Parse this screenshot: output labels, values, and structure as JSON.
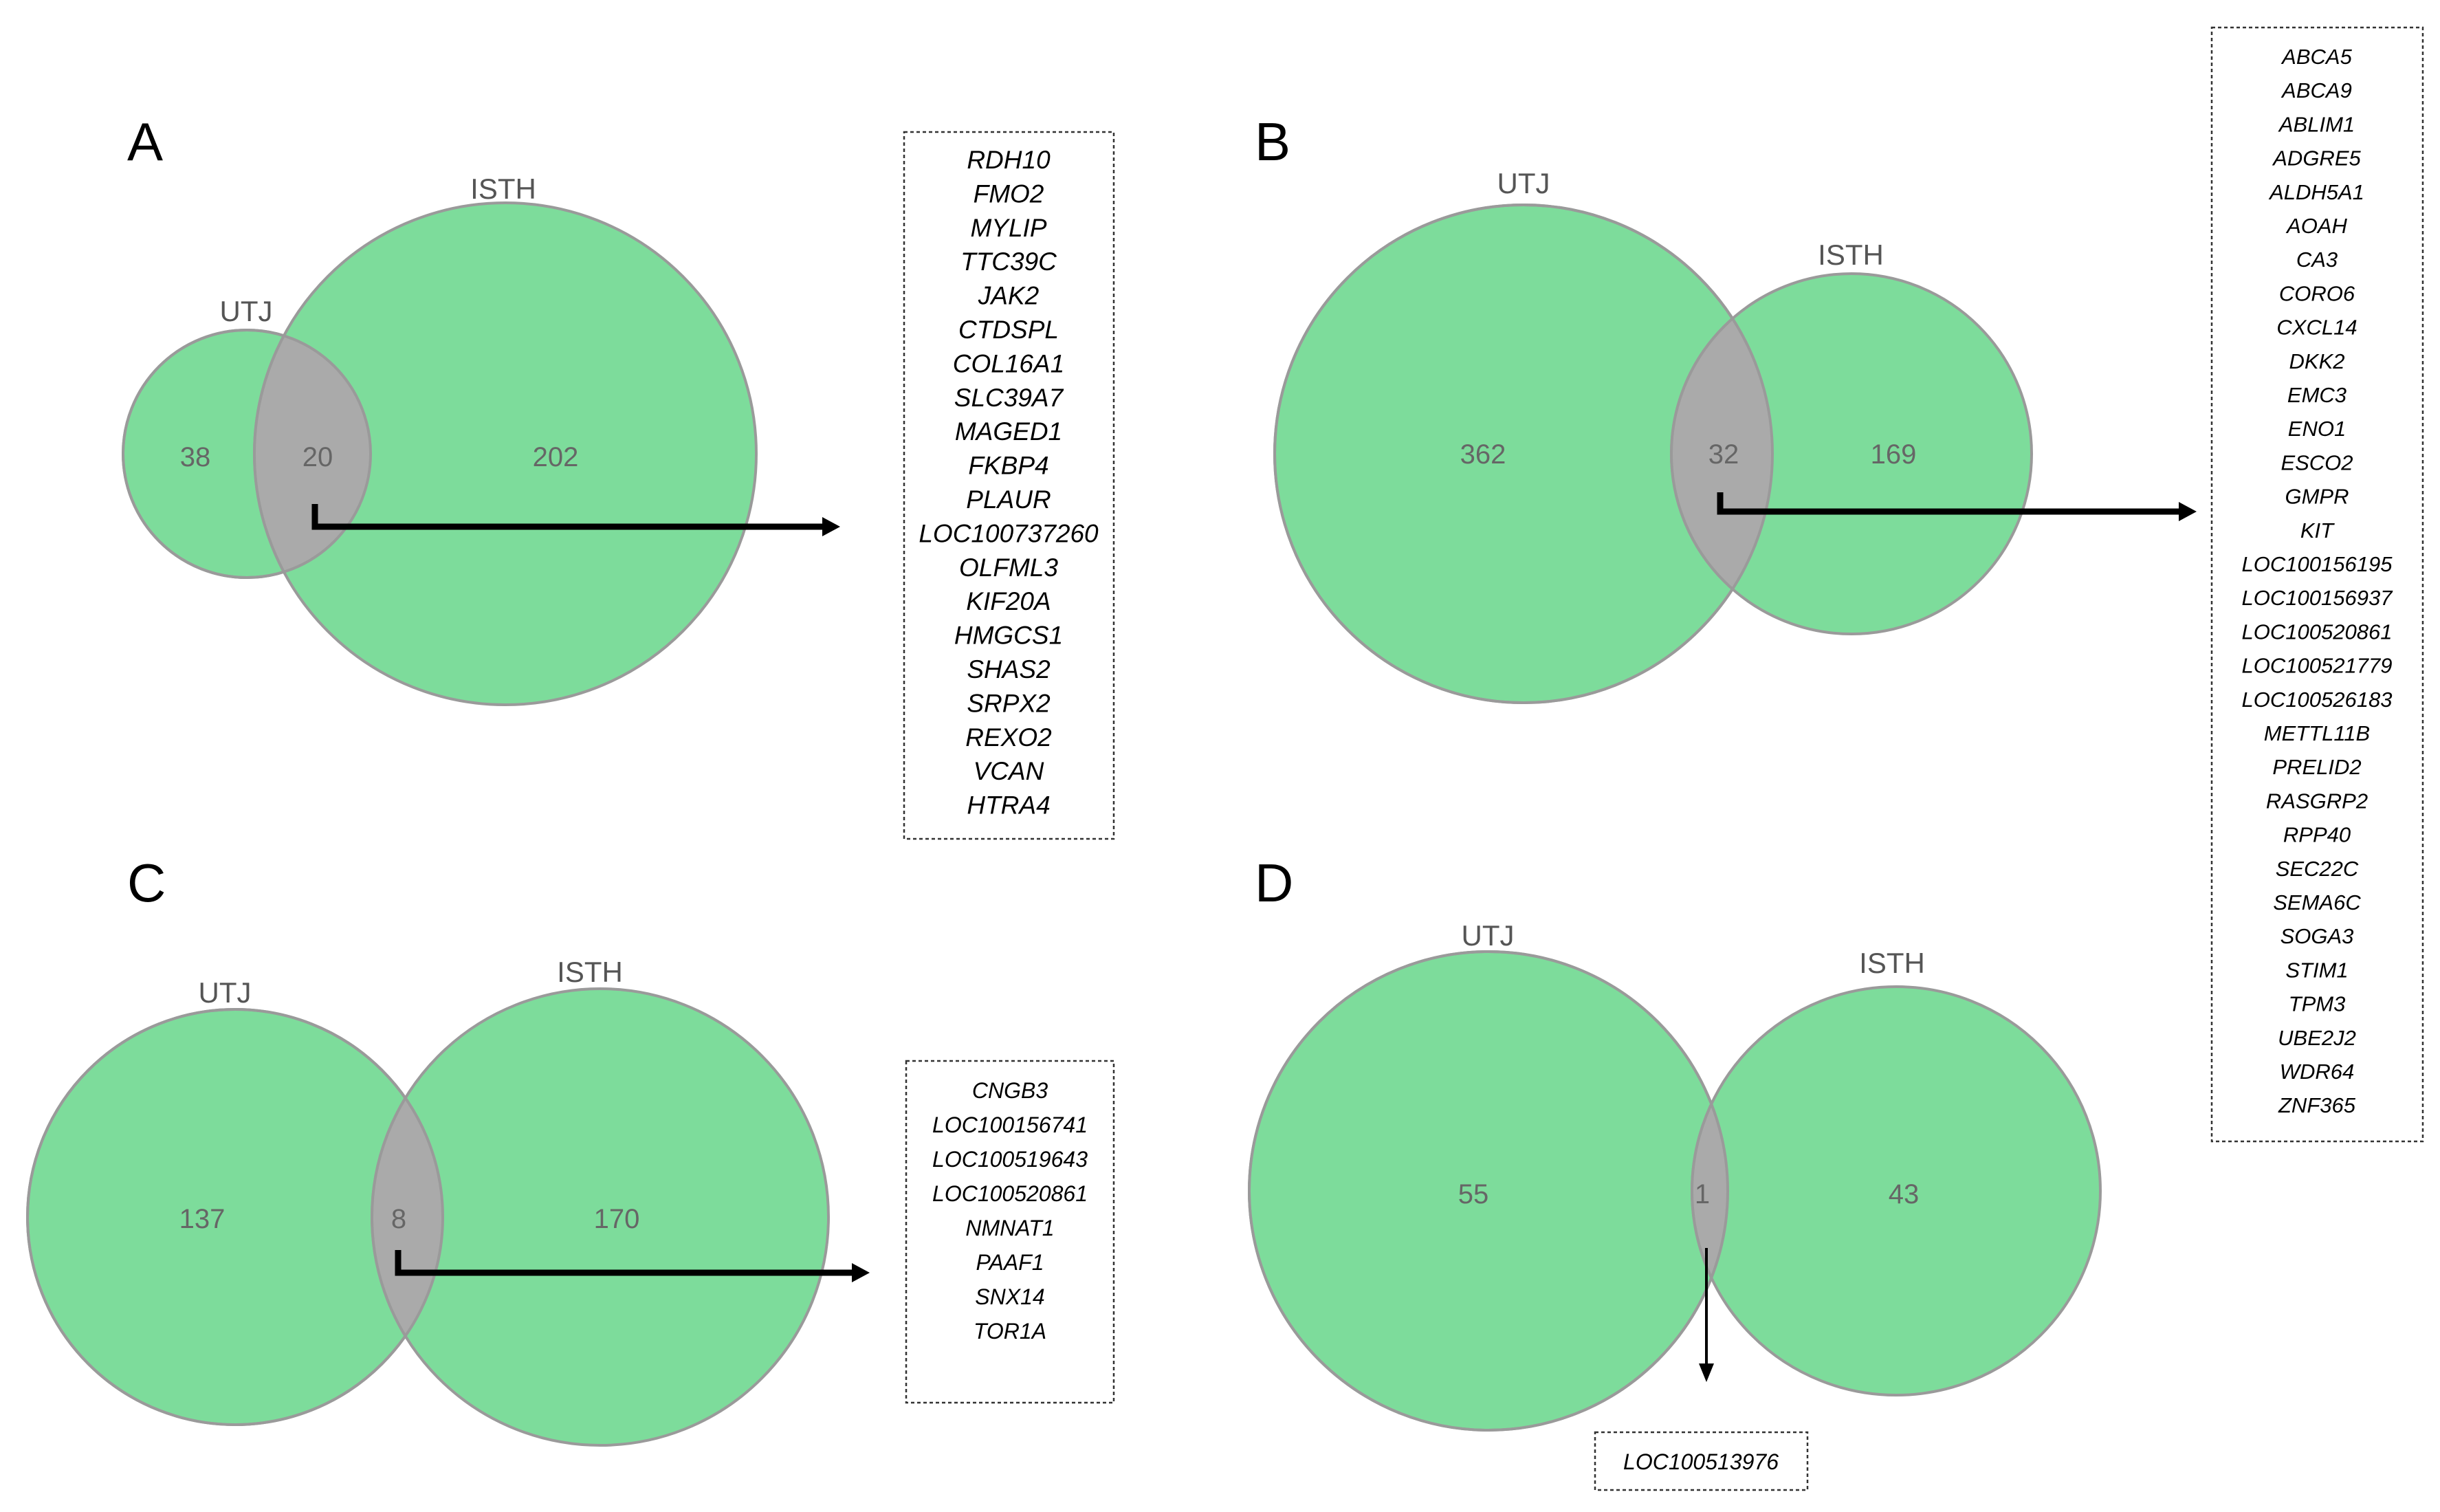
{
  "colors": {
    "set_fill": "#7ddc9b",
    "set_stroke": "#9a9a9a",
    "overlap_fill": "#aaaaaa",
    "arrow": "#000000"
  },
  "panels": [
    {
      "letter": "A",
      "set1": {
        "label": "UTJ",
        "only_count": "38"
      },
      "set2": {
        "label": "ISTH",
        "only_count": "202"
      },
      "overlap_count": "20",
      "genes": [
        "RDH10",
        "FMO2",
        "MYLIP",
        "TTC39C",
        "JAK2",
        "CTDSPL",
        "COL16A1",
        "SLC39A7",
        "MAGED1",
        "FKBP4",
        "PLAUR",
        "LOC100737260",
        "OLFML3",
        "KIF20A",
        "HMGCS1",
        "SHAS2",
        "SRPX2",
        "REXO2",
        "VCAN",
        "HTRA4"
      ]
    },
    {
      "letter": "B",
      "set1": {
        "label": "UTJ",
        "only_count": "362"
      },
      "set2": {
        "label": "ISTH",
        "only_count": "169"
      },
      "overlap_count": "32",
      "genes": [
        "ABCA5",
        "ABCA9",
        "ABLIM1",
        "ADGRE5",
        "ALDH5A1",
        "AOAH",
        "CA3",
        "CORO6",
        "CXCL14",
        "DKK2",
        "EMC3",
        "ENO1",
        "ESCO2",
        "GMPR",
        "KIT",
        "LOC100156195",
        "LOC100156937",
        "LOC100520861",
        "LOC100521779",
        "LOC100526183",
        "METTL11B",
        "PRELID2",
        "RASGRP2",
        "RPP40",
        "SEC22C",
        "SEMA6C",
        "SOGA3",
        "STIM1",
        "TPM3",
        "UBE2J2",
        "WDR64",
        "ZNF365"
      ]
    },
    {
      "letter": "C",
      "set1": {
        "label": "UTJ",
        "only_count": "137"
      },
      "set2": {
        "label": "ISTH",
        "only_count": "170"
      },
      "overlap_count": "8",
      "genes": [
        "CNGB3",
        "LOC100156741",
        "LOC100519643",
        "LOC100520861",
        "NMNAT1",
        "PAAF1",
        "SNX14",
        "TOR1A"
      ]
    },
    {
      "letter": "D",
      "set1": {
        "label": "UTJ",
        "only_count": "55"
      },
      "set2": {
        "label": "ISTH",
        "only_count": "43"
      },
      "overlap_count": "1",
      "genes": [
        "LOC100513976"
      ]
    }
  ]
}
